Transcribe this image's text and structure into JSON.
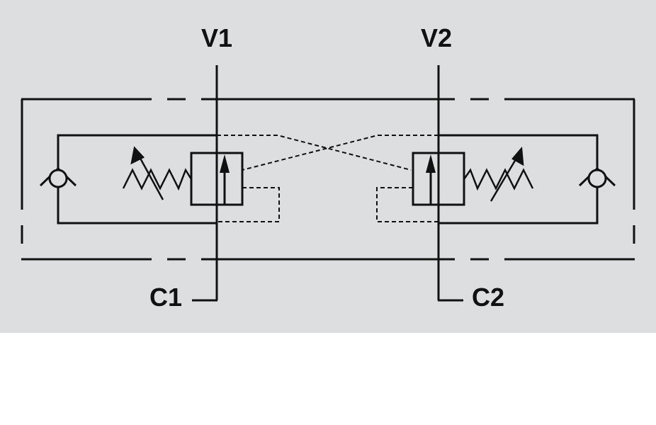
{
  "diagram": {
    "background": "#dddee0",
    "stroke_color": "#111111",
    "ports": {
      "v1": "V1",
      "v2": "V2",
      "c1": "C1",
      "c2": "C2"
    },
    "symbols": [
      "check-valve-icon",
      "adjustable-spring-icon",
      "valve-block-icon",
      "flow-arrow-icon",
      "pilot-line"
    ]
  }
}
